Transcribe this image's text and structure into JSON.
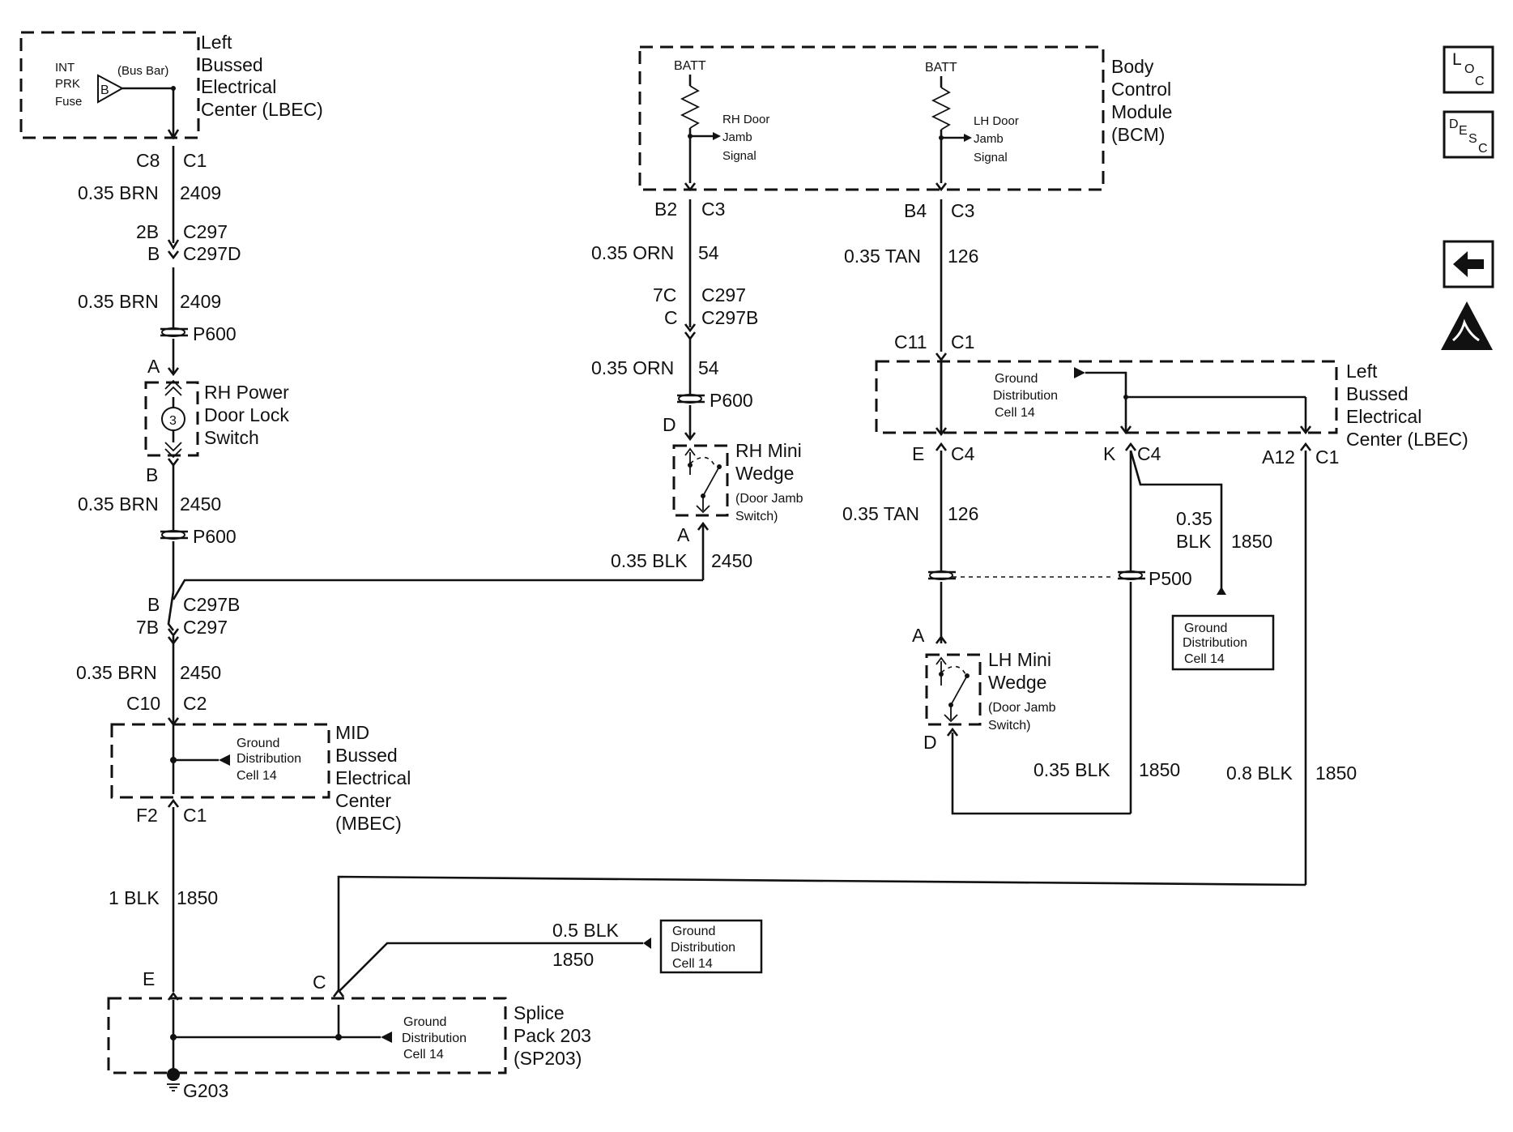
{
  "nav_icons": {
    "loc": {
      "main": "L",
      "sub1": "O",
      "sub2": "C"
    },
    "desc": {
      "main": "D",
      "sub1": "E",
      "sub2": "S",
      "sub3": "C"
    }
  },
  "lbec_top": {
    "name": [
      "Left",
      "Bussed",
      "Electrical",
      "Center (LBEC)"
    ],
    "fuse": [
      "INT",
      "PRK",
      "Fuse"
    ],
    "fuse_pin": "B",
    "bus_bar": "(Bus Bar)"
  },
  "bcm": {
    "name": [
      "Body",
      "Control",
      "Module",
      "(BCM)"
    ],
    "batt_left": "BATT",
    "batt_right": "BATT",
    "rh_signal": [
      "RH Door",
      "Jamb",
      "Signal"
    ],
    "lh_signal": [
      "LH Door",
      "Jamb",
      "Signal"
    ]
  },
  "left_branch": {
    "c8": "C8",
    "c1": "C1",
    "w1_gauge": "0.35 BRN",
    "w1_circuit": "2409",
    "p2b": "2B",
    "c297": "C297",
    "pb": "B",
    "c297d": "C297D",
    "w2_gauge": "0.35 BRN",
    "w2_circuit": "2409",
    "p600_a": "P600",
    "pin_a": "A",
    "switch": [
      "RH Power",
      "Door Lock",
      "Switch"
    ],
    "pin_b": "B",
    "w3_gauge": "0.35 BRN",
    "w3_circuit": "2450",
    "p600_b": "P600",
    "pb2": "B",
    "c297b": "C297B",
    "p7b": "7B",
    "c297_2": "C297",
    "w4_gauge": "0.35 BRN",
    "w4_circuit": "2450",
    "c10": "C10",
    "c2": "C2",
    "mbec": [
      "MID",
      "Bussed",
      "Electrical",
      "Center",
      "(MBEC)"
    ],
    "mbec_ground": [
      "Ground",
      "Distribution",
      "Cell 14"
    ],
    "f2": "F2",
    "c1b": "C1",
    "w5_gauge": "1 BLK",
    "w5_circuit": "1850",
    "pin_e": "E"
  },
  "rh_branch": {
    "b2": "B2",
    "c3": "C3",
    "w1_gauge": "0.35 ORN",
    "w1_circuit": "54",
    "p7c": "7C",
    "c297": "C297",
    "pc": "C",
    "c297b": "C297B",
    "w2_gauge": "0.35 ORN",
    "w2_circuit": "54",
    "p600": "P600",
    "pin_d": "D",
    "wedge": [
      "RH Mini",
      "Wedge"
    ],
    "wedge_sub": [
      "(Door Jamb",
      "Switch)"
    ],
    "pin_a": "A",
    "w3_gauge": "0.35 BLK",
    "w3_circuit": "2450"
  },
  "lh_branch": {
    "b4": "B4",
    "c3": "C3",
    "w1_gauge": "0.35 TAN",
    "w1_circuit": "126",
    "c11": "C11",
    "c1": "C1",
    "lbec": [
      "Left",
      "Bussed",
      "Electrical",
      "Center (LBEC)"
    ],
    "lbec_ground": [
      "Ground",
      "Distribution",
      "Cell 14"
    ],
    "pin_e": "E",
    "c4": "C4",
    "pin_k": "K",
    "c4b": "C4",
    "a12": "A12",
    "c1b": "C1",
    "w2_gauge": "0.35 TAN",
    "w2_circuit": "126",
    "gnd_gauge": [
      "0.35",
      "BLK"
    ],
    "gnd_circuit": "1850",
    "p500": "P500",
    "ground_box": [
      "Ground",
      "Distribution",
      "Cell 14"
    ],
    "pin_a": "A",
    "wedge": [
      "LH Mini",
      "Wedge"
    ],
    "wedge_sub": [
      "(Door Jamb",
      "Switch)"
    ],
    "pin_d": "D",
    "w3_gauge": "0.35 BLK",
    "w3_circuit": "1850",
    "w4_gauge": "0.8 BLK",
    "w4_circuit": "1850"
  },
  "splice": {
    "pin_c": "C",
    "name": [
      "Splice",
      "Pack 203",
      "(SP203)"
    ],
    "ground": [
      "Ground",
      "Distribution",
      "Cell 14"
    ],
    "w_gauge": "0.5 BLK",
    "w_circuit": "1850",
    "ground_box": [
      "Ground",
      "Distribution",
      "Cell 14"
    ],
    "g203": "G203"
  }
}
